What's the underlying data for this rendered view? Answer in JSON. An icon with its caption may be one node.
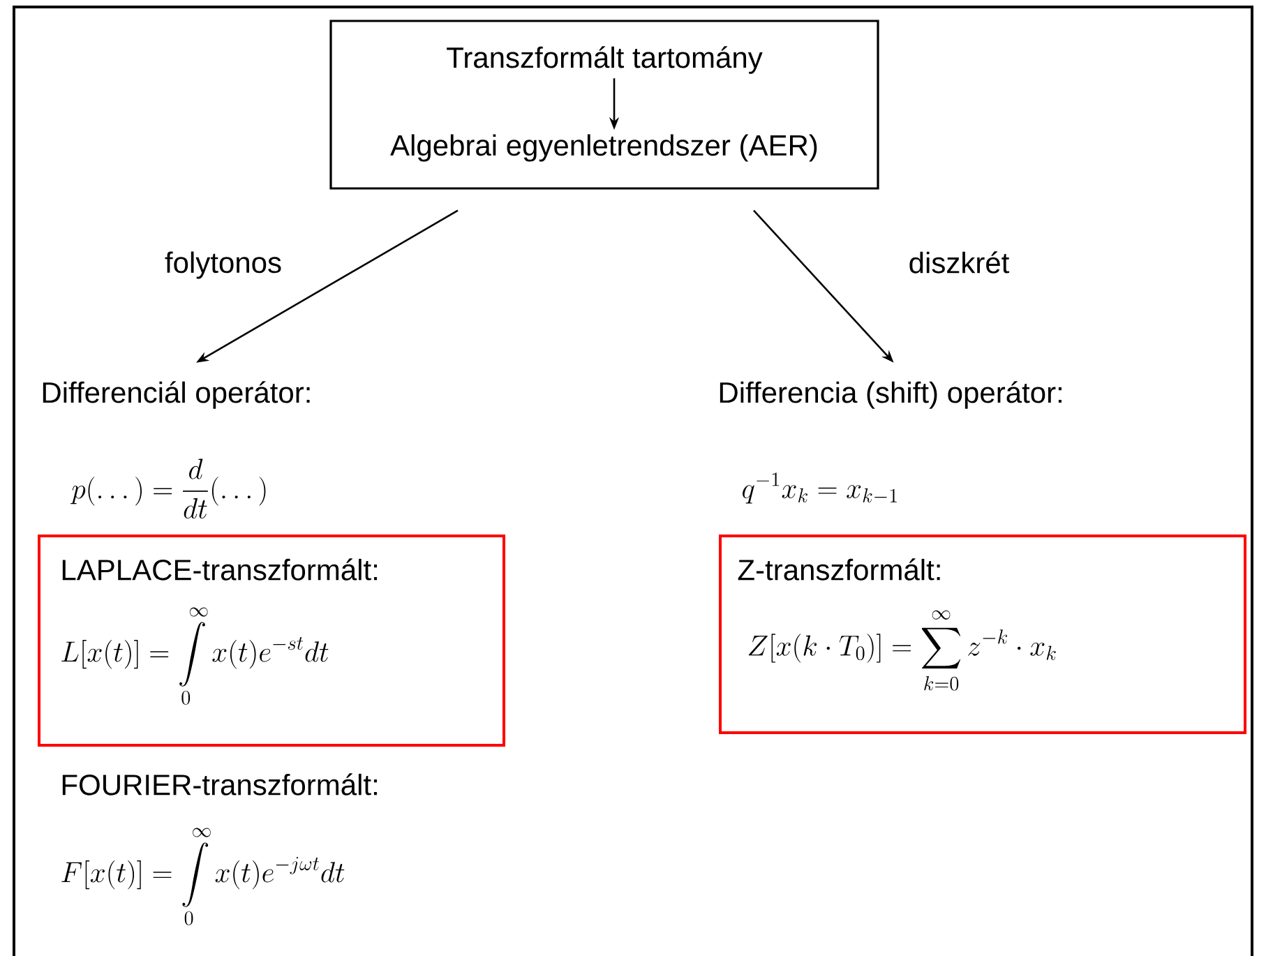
{
  "diagram": {
    "nodes": [
      {
        "text": [],
        "shape": "box"
      },
      {
        "text": [
          "Transzformált tartomány"
        ],
        "in": 0
      },
      {
        "text": [
          "Algebrai egyenletrendszer (AER)"
        ],
        "in": 0
      },
      {
        "text": [
          "Differenciál operátor:"
        ]
      },
      {
        "text": [
          "Differencia (shift) operátor:"
        ]
      },
      {
        "text": [
          "LAPLACE-transzformált:",
          "L[x(t)] = \\int\\limits_0^\\infty x(t)e^{-st}dt"
        ]
      },
      {
        "text": [
          "Z-transzformált:",
          "Z[x(k\\cdot T_0)] = \\sum_{k=0}^{\\infty} z^{-k}\\cdot x_k"
        ]
      }
    ],
    "edges": [
      {
        "from": 1,
        "to": 2,
        "arrow": "to"
      },
      {
        "from": 0,
        "to": 3,
        "arrow": "to",
        "label": "folytonos"
      },
      {
        "from": 0,
        "to": 4,
        "arrow": "to",
        "label": "diszkrét"
      }
    ],
    "labels": [
      "p(\\dots) = \\frac{d}{dt}(\\dots)",
      "q^{-1}x_k = x_{k-1}",
      "FOURIER-transzformált:",
      "F[x(t)] = \\int\\limits_0^\\infty x(t)e^{-j\\omega t}dt"
    ]
  }
}
